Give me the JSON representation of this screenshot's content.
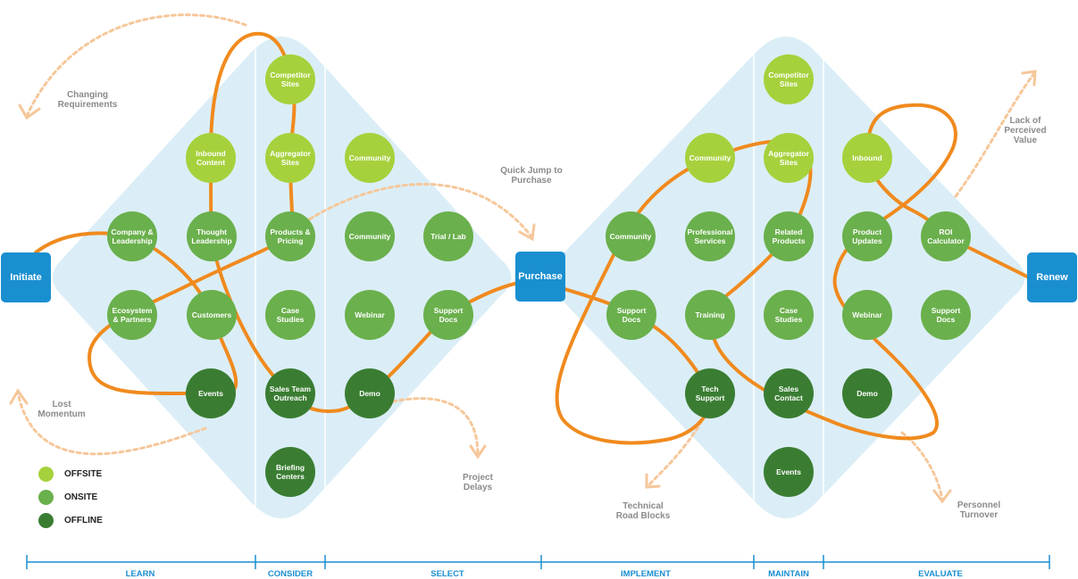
{
  "colors": {
    "offsite": "#a6d13c",
    "onsite": "#6ab04c",
    "offline": "#3a7d32",
    "stage": "#1a8fd0",
    "diamond": "#dbeef7",
    "path": "#f08a1e",
    "annotation": "#f6c79a",
    "note_text": "#8b8b8b"
  },
  "stages": {
    "initiate": "Initiate",
    "purchase": "Purchase",
    "renew": "Renew"
  },
  "nodes": {
    "l_company": {
      "label": "Company &\nLeadership",
      "kind": "onsite"
    },
    "l_ecosystem": {
      "label": "Ecosystem\n& Partners",
      "kind": "onsite"
    },
    "l_inbound": {
      "label": "Inbound\nContent",
      "kind": "offsite"
    },
    "l_thought": {
      "label": "Thought\nLeadership",
      "kind": "onsite"
    },
    "l_customers": {
      "label": "Customers",
      "kind": "onsite"
    },
    "l_events": {
      "label": "Events",
      "kind": "offline"
    },
    "c_competitor": {
      "label": "Competitor\nSites",
      "kind": "offsite"
    },
    "c_aggregator": {
      "label": "Aggregator\nSites",
      "kind": "offsite"
    },
    "c_products": {
      "label": "Products &\nPricing",
      "kind": "onsite"
    },
    "c_case": {
      "label": "Case\nStudies",
      "kind": "onsite"
    },
    "c_sales": {
      "label": "Sales Team\nOutreach",
      "kind": "offline"
    },
    "c_briefing": {
      "label": "Briefing\nCenters",
      "kind": "offline"
    },
    "s_community_off": {
      "label": "Community",
      "kind": "offsite"
    },
    "s_community": {
      "label": "Community",
      "kind": "onsite"
    },
    "s_trial": {
      "label": "Trial / Lab",
      "kind": "onsite"
    },
    "s_webinar": {
      "label": "Webinar",
      "kind": "onsite"
    },
    "s_support": {
      "label": "Support\nDocs",
      "kind": "onsite"
    },
    "s_demo": {
      "label": "Demo",
      "kind": "offline"
    },
    "i_community_off": {
      "label": "Community",
      "kind": "offsite"
    },
    "i_community": {
      "label": "Community",
      "kind": "onsite"
    },
    "i_prof": {
      "label": "Professional\nServices",
      "kind": "onsite"
    },
    "i_support": {
      "label": "Support\nDocs",
      "kind": "onsite"
    },
    "i_training": {
      "label": "Training",
      "kind": "onsite"
    },
    "i_tech": {
      "label": "Tech\nSupport",
      "kind": "offline"
    },
    "m_competitor": {
      "label": "Competitor\nSites",
      "kind": "offsite"
    },
    "m_aggregator": {
      "label": "Aggregator\nSites",
      "kind": "offsite"
    },
    "m_related": {
      "label": "Related\nProducts",
      "kind": "onsite"
    },
    "m_case": {
      "label": "Case Studies",
      "kind": "onsite"
    },
    "m_sales": {
      "label": "Sales\nContact",
      "kind": "offline"
    },
    "m_events": {
      "label": "Events",
      "kind": "offline"
    },
    "e_inbound": {
      "label": "Inbound",
      "kind": "offsite"
    },
    "e_product": {
      "label": "Product\nUpdates",
      "kind": "onsite"
    },
    "e_roi": {
      "label": "ROI\nCalculator",
      "kind": "onsite"
    },
    "e_webinar": {
      "label": "Webinar",
      "kind": "onsite"
    },
    "e_support": {
      "label": "Support\nDocs",
      "kind": "onsite"
    },
    "e_demo": {
      "label": "Demo",
      "kind": "offline"
    }
  },
  "annotations": {
    "changing_requirements": "Changing\nRequirements",
    "lost_momentum": "Lost\nMomentum",
    "quick_jump": "Quick Jump to\nPurchase",
    "project_delays": "Project\nDelays",
    "technical_road_blocks": "Technical\nRoad Blocks",
    "lack_of_value": "Lack of\nPerceived\nValue",
    "personnel_turnover": "Personnel\nTurnover"
  },
  "legend": {
    "offsite": "OFFSITE",
    "onsite": "ONSITE",
    "offline": "OFFLINE"
  },
  "phases": {
    "learn": "LEARN",
    "consider": "CONSIDER",
    "select": "SELECT",
    "implement": "IMPLEMENT",
    "maintain": "MAINTAIN",
    "evaluate": "EVALUATE"
  }
}
